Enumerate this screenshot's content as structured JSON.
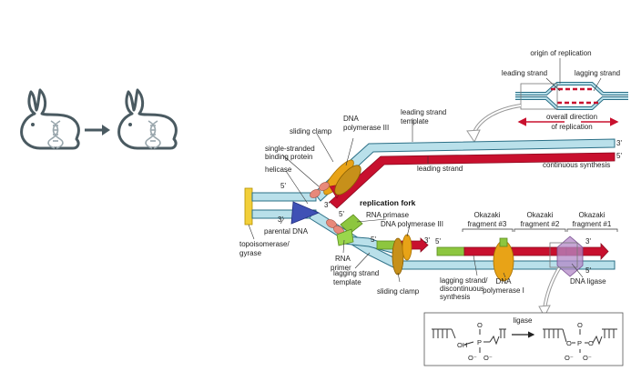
{
  "colors": {
    "parental_strand": "#b9e0ea",
    "strand_outline": "#2b6f86",
    "new_strand": "#c8102e",
    "primer": "#8dc63f",
    "clamp": "#e8a317",
    "helicase": "#3f51b5",
    "topoisomerase": "#f2cf3a",
    "ssb": "#e8897a",
    "ligase": "#b388c7",
    "rabbit": "#4a5a61",
    "dna_icon": "#9aa7ad"
  },
  "icons": {
    "left_rabbit": "rabbit-with-dna-icon",
    "arrow": "right-arrow-icon",
    "right_rabbit": "rabbit-with-dna-icon"
  },
  "labels": {
    "origin_of_replication": "origin of replication",
    "leading_strand_inset": "leading strand",
    "lagging_strand_inset": "lagging strand",
    "overall_direction_1": "overall direction",
    "overall_direction_2": "of replication",
    "leading_strand_template_1": "leading strand",
    "leading_strand_template_2": "template",
    "sliding_clamp_top": "sliding clamp",
    "dna_pol3_top_1": "DNA",
    "dna_pol3_top_2": "polymerase III",
    "ssb_1": "single-stranded",
    "ssb_2": "binding protein",
    "helicase": "helicase",
    "leading_strand": "leading strand",
    "continuous_synthesis": "continuous synthesis",
    "replication_fork": "replication fork",
    "rna_primase": "RNA primase",
    "dna_pol3_bottom": "DNA polymerase III",
    "parental_dna": "parental DNA",
    "topoisomerase_1": "topoisomerase/",
    "topoisomerase_2": "gyrase",
    "rna_primer_1": "RNA",
    "rna_primer_2": "primer",
    "lagging_strand_template_1": "lagging strand",
    "lagging_strand_template_2": "template",
    "sliding_clamp_bottom": "sliding clamp",
    "okazaki_3_1": "Okazaki",
    "okazaki_3_2": "fragment #3",
    "okazaki_2_1": "Okazaki",
    "okazaki_2_2": "fragment #2",
    "okazaki_1_1": "Okazaki",
    "okazaki_1_2": "fragment #1",
    "lagging_discontinuous_1": "lagging strand/",
    "lagging_discontinuous_2": "discontinuous",
    "lagging_discontinuous_3": "synthesis",
    "dna_pol1_1": "DNA",
    "dna_pol1_2": "polymerase I",
    "dna_ligase": "DNA ligase",
    "ligase_reaction": "ligase",
    "prime_3": "3'",
    "prime_5": "5'",
    "chem_OH": "OH",
    "chem_O": "O",
    "chem_P": "P",
    "chem_Ominus": "O⁻"
  }
}
